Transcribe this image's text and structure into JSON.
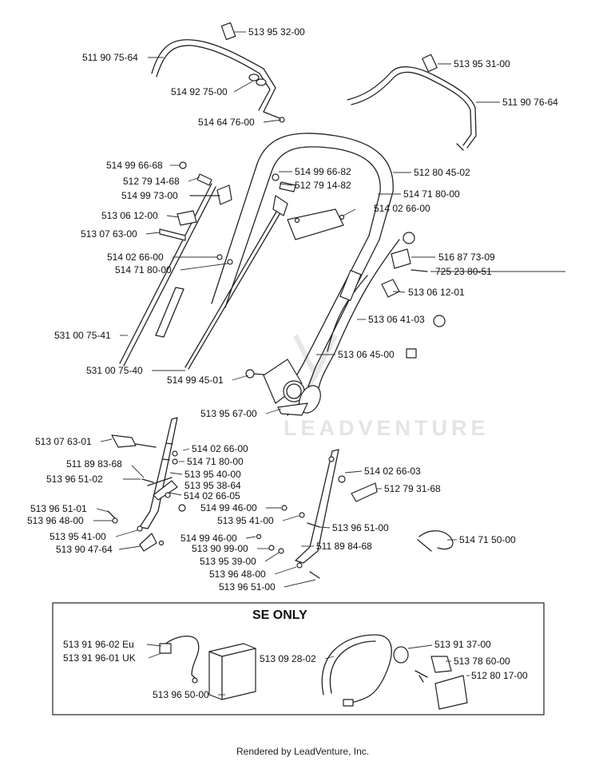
{
  "watermark": "LEADVENTURE",
  "section_title": "SE ONLY",
  "footer": "Rendered by LeadVenture, Inc.",
  "labels": [
    {
      "id": "l01",
      "text": "513 95 32-00"
    },
    {
      "id": "l02",
      "text": "511 90 75-64"
    },
    {
      "id": "l03",
      "text": "513 95 31-00"
    },
    {
      "id": "l04",
      "text": "514 92 75-00"
    },
    {
      "id": "l05",
      "text": "511 90 76-64"
    },
    {
      "id": "l06",
      "text": "514 64 76-00"
    },
    {
      "id": "l07",
      "text": "514 99 66-68"
    },
    {
      "id": "l08",
      "text": "514 99 66-82"
    },
    {
      "id": "l09",
      "text": "512 80 45-02"
    },
    {
      "id": "l10",
      "text": "512 79 14-68"
    },
    {
      "id": "l11",
      "text": "512 79 14-82"
    },
    {
      "id": "l12",
      "text": "514 99 73-00"
    },
    {
      "id": "l13",
      "text": "514 71 80-00"
    },
    {
      "id": "l14",
      "text": "514 02 66-00"
    },
    {
      "id": "l15",
      "text": "513 06 12-00"
    },
    {
      "id": "l16",
      "text": "513 07 63-00"
    },
    {
      "id": "l17",
      "text": "516 87 73-09"
    },
    {
      "id": "l18",
      "text": "514 02 66-00"
    },
    {
      "id": "l19",
      "text": "725 23 80-51"
    },
    {
      "id": "l20",
      "text": "514 71 80-00"
    },
    {
      "id": "l21",
      "text": "513 06 12-01"
    },
    {
      "id": "l22",
      "text": "513 06 41-03"
    },
    {
      "id": "l23",
      "text": "531 00 75-41"
    },
    {
      "id": "l24",
      "text": "513 06 45-00"
    },
    {
      "id": "l25",
      "text": "531 00 75-40"
    },
    {
      "id": "l26",
      "text": "514 99 45-01"
    },
    {
      "id": "l27",
      "text": "513 95 67-00"
    },
    {
      "id": "l28",
      "text": "513 07 63-01"
    },
    {
      "id": "l29",
      "text": "514 02 66-00"
    },
    {
      "id": "l30",
      "text": "514 71 80-00"
    },
    {
      "id": "l31",
      "text": "514 02 66-03"
    },
    {
      "id": "l32",
      "text": "511 89 83-68"
    },
    {
      "id": "l33",
      "text": "513 95 40-00"
    },
    {
      "id": "l34",
      "text": "513 96 51-02"
    },
    {
      "id": "l35",
      "text": "513 95 38-64"
    },
    {
      "id": "l36",
      "text": "512 79 31-68"
    },
    {
      "id": "l37",
      "text": "514 02 66-05"
    },
    {
      "id": "l38",
      "text": "513 96 51-01"
    },
    {
      "id": "l39",
      "text": "514 99 46-00"
    },
    {
      "id": "l40",
      "text": "513 96 48-00"
    },
    {
      "id": "l41",
      "text": "513 95 41-00"
    },
    {
      "id": "l42",
      "text": "513 96 51-00"
    },
    {
      "id": "l43",
      "text": "513 95 41-00"
    },
    {
      "id": "l44",
      "text": "514 99 46-00"
    },
    {
      "id": "l45",
      "text": "514 71 50-00"
    },
    {
      "id": "l46",
      "text": "513 90 47-64"
    },
    {
      "id": "l47",
      "text": "513 90 99-00"
    },
    {
      "id": "l48",
      "text": "511 89 84-68"
    },
    {
      "id": "l49",
      "text": "513 95 39-00"
    },
    {
      "id": "l50",
      "text": "513 96 48-00"
    },
    {
      "id": "l51",
      "text": "513 96 51-00"
    },
    {
      "id": "l52",
      "text": "513 91 96-02 Eu"
    },
    {
      "id": "l53",
      "text": "513 91 37-00"
    },
    {
      "id": "l54",
      "text": "513 91 96-01 UK"
    },
    {
      "id": "l55",
      "text": "513 09 28-02"
    },
    {
      "id": "l56",
      "text": "513 78 60-00"
    },
    {
      "id": "l57",
      "text": "512 80 17-00"
    },
    {
      "id": "l58",
      "text": "513 96 50-00"
    }
  ]
}
